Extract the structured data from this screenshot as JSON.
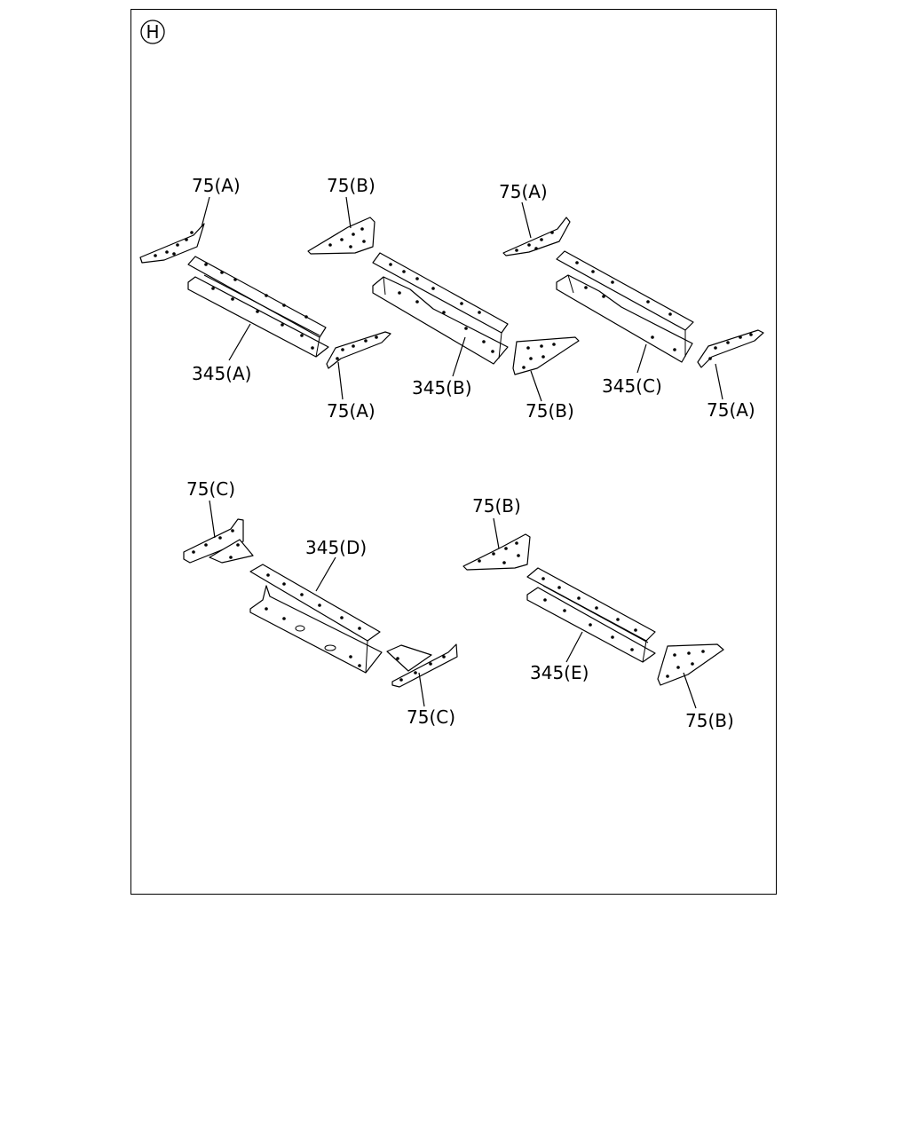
{
  "section_mark": "H",
  "callouts": {
    "g1_top": "75(A)",
    "g1_beam": "345(A)",
    "g1_bottom": "75(A)",
    "g2_top": "75(B)",
    "g2_beam": "345(B)",
    "g2_bottom": "75(B)",
    "g3_top": "75(A)",
    "g3_beam": "345(C)",
    "g3_bottom": "75(A)",
    "g4_top": "75(C)",
    "g4_beam": "345(D)",
    "g4_bottom": "75(C)",
    "g5_top": "75(B)",
    "g5_beam": "345(E)",
    "g5_bottom": "75(B)"
  }
}
